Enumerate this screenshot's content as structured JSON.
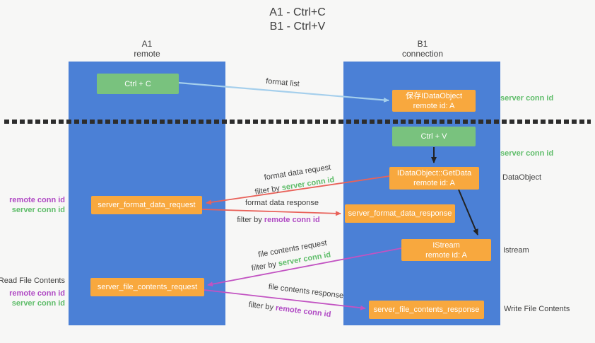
{
  "title": {
    "line1": "A1 - Ctrl+C",
    "line2": "B1 - Ctrl+V"
  },
  "left_column": {
    "header1": "A1",
    "header2": "remote"
  },
  "right_column": {
    "header1": "B1",
    "header2": "connection"
  },
  "boxes": {
    "ctrl_c": "Ctrl + C",
    "ctrl_v": "Ctrl + V",
    "save_dataobject": {
      "line1": "保存IDataObject",
      "line2": "remote id: A"
    },
    "getdata": {
      "line1": "IDataObject::GetData",
      "line2": "remote id: A"
    },
    "istream": {
      "line1": "IStream",
      "line2": "remote id: A"
    },
    "format_request": "server_format_data_request",
    "format_response": "server_format_data_response",
    "file_request": "server_file_contents_request",
    "file_response": "server_file_contents_response"
  },
  "arrow_labels": {
    "format_list": "format list",
    "format_data_request": "format data request",
    "format_data_response": "format data response",
    "file_contents_request": "file contents request",
    "file_contents_response": "file contents response",
    "filter_by": "filter by"
  },
  "conn_ids": {
    "server": "server conn id",
    "remote": "remote conn id"
  },
  "side_labels": {
    "dataobject": "DataObject",
    "istream": "Istream",
    "write_file_contents": "Write File Contents",
    "read_file_contents": "Read File Contents"
  },
  "colors": {
    "column_blue": "#4b80d6",
    "box_green": "#79c27e",
    "box_orange": "#f8a83e",
    "arrow_blue": "#a5cfec",
    "arrow_red": "#e9625a",
    "arrow_magenta": "#c253c2",
    "arrow_black": "#222222",
    "label_green": "#5fbd6a",
    "label_purple": "#b04ac4",
    "text_dark": "#3f3f3f"
  }
}
